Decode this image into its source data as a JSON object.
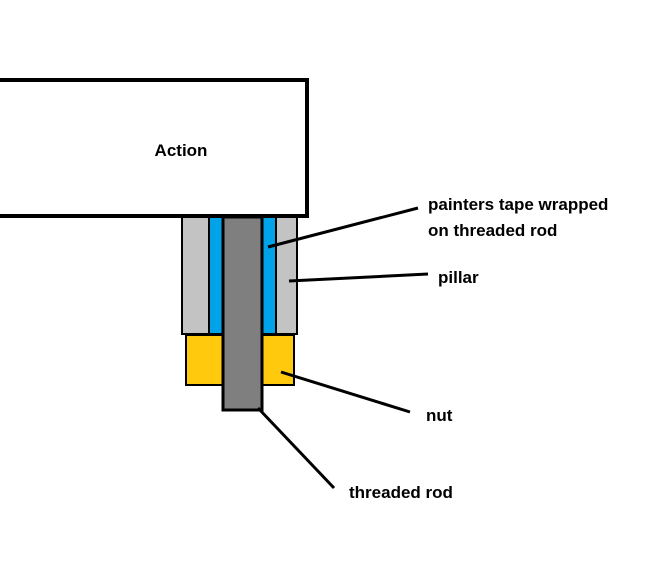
{
  "labels": {
    "action": "Action",
    "tape_line1": "painters tape wrapped",
    "tape_line2": "on threaded rod",
    "pillar": "pillar",
    "nut": "nut",
    "threaded_rod": "threaded rod"
  },
  "colors": {
    "background": "#ffffff",
    "outline": "#000000",
    "action_fill": "#ffffff",
    "pillar_fill": "#c3c3c3",
    "tape_fill": "#00a2e8",
    "rod_fill": "#7f7f7f",
    "nut_fill": "#ffc90e"
  }
}
